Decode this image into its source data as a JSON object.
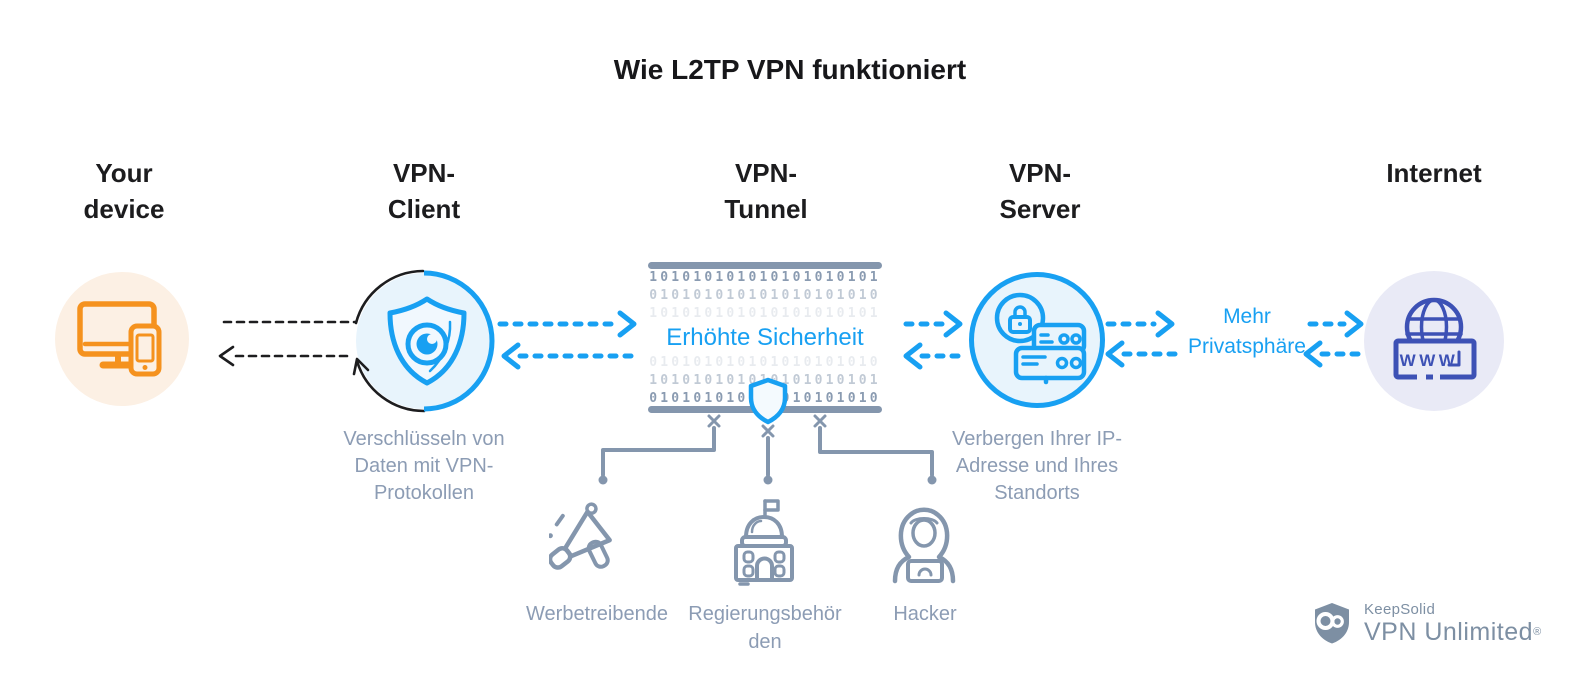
{
  "title": "Wie L2TP VPN funktioniert",
  "headers": {
    "device": {
      "line1": "Your",
      "line2": "device"
    },
    "client": {
      "line1": "VPN-",
      "line2": "Client"
    },
    "tunnel": {
      "line1": "VPN-",
      "line2": "Tunnel"
    },
    "server": {
      "line1": "VPN-",
      "line2": "Server"
    },
    "internet": {
      "line1": "Internet"
    }
  },
  "tunnel": {
    "binary_row_a": "101010101010101010101",
    "binary_row_b": "010101010101010101010",
    "security_label": "Erhöhte Sicherheit"
  },
  "captions": {
    "client": {
      "line1": "Verschlüsseln von",
      "line2": "Daten mit VPN-",
      "line3": "Protokollen"
    },
    "server": {
      "line1": "Verbergen Ihrer IP-",
      "line2": "Adresse und Ihres",
      "line3": "Standorts"
    }
  },
  "privacy": {
    "line1": "Mehr",
    "line2": "Privatsphäre"
  },
  "threats": {
    "advertisers": {
      "label": "Werbetreibende"
    },
    "government": {
      "label_line1": "Regierungsbehör",
      "label_line2": "den"
    },
    "hackers": {
      "label": "Hacker"
    }
  },
  "internet_icon": {
    "www_text": "WWW"
  },
  "logo": {
    "company": "KeepSolid",
    "product": "VPN Unlimited",
    "registered": "®"
  },
  "colors": {
    "accent_blue": "#18A0F2",
    "accent_orange": "#F5921E",
    "accent_indigo": "#3D51B5",
    "muted_gray_blue": "#8496AD",
    "device_bg": "#FCF0E4",
    "blue_bg": "#E8F4FC",
    "internet_bg": "#E9EAF6"
  }
}
